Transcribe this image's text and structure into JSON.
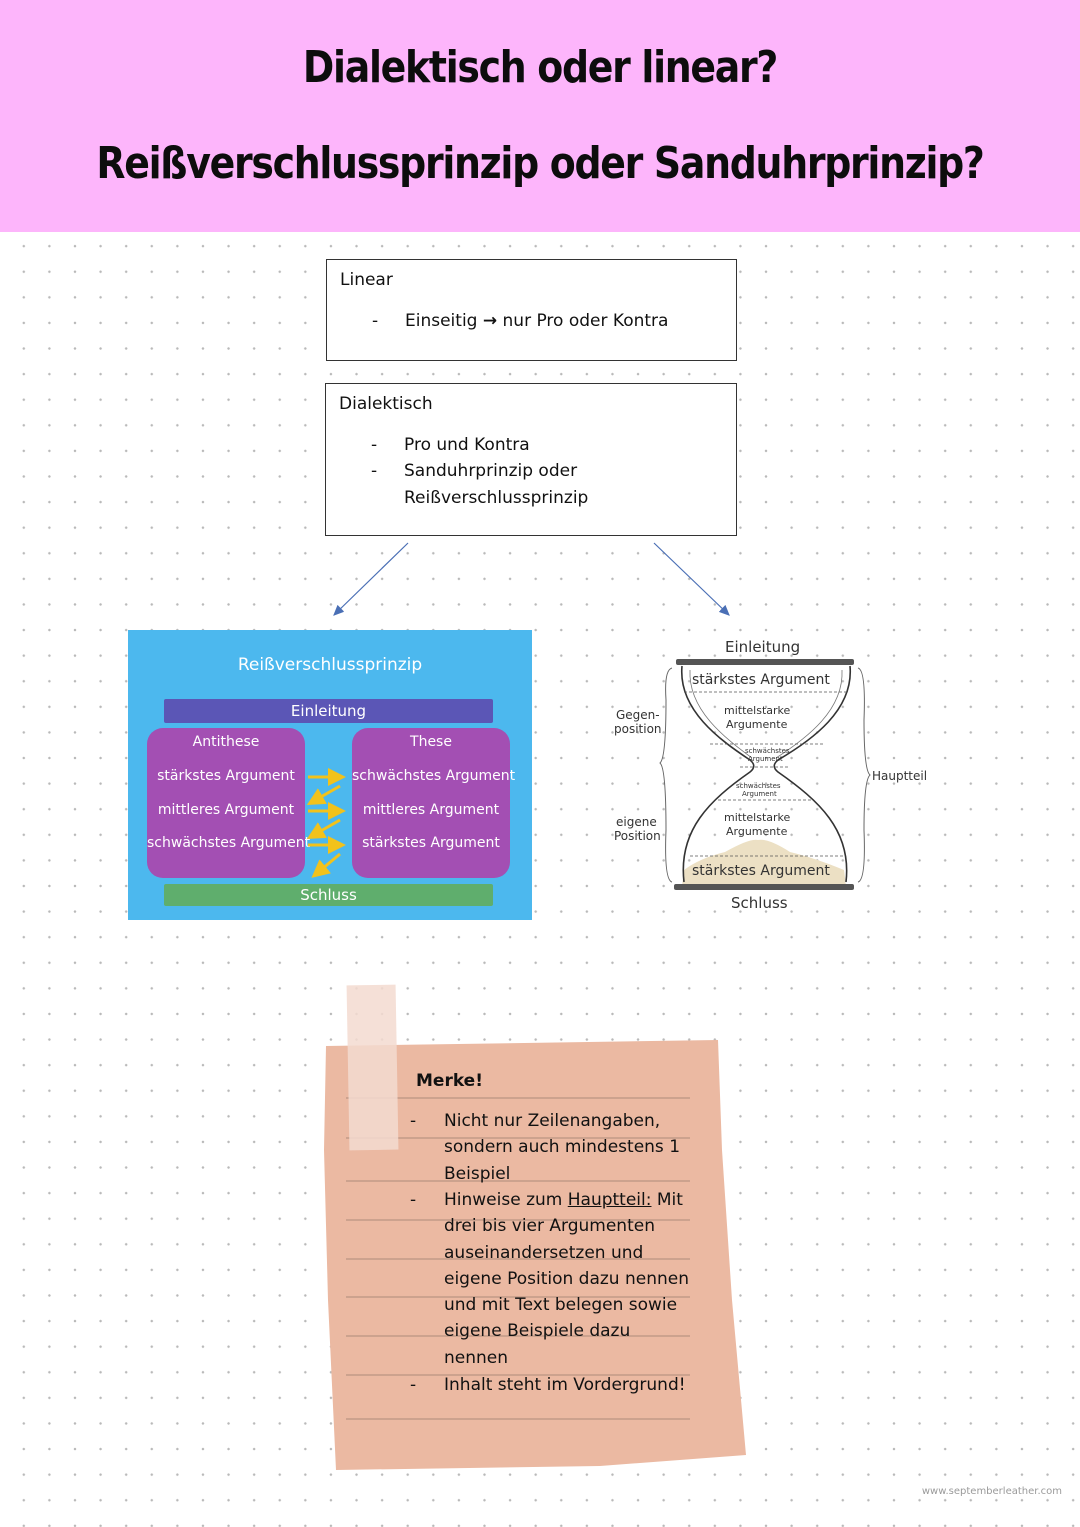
{
  "header": {
    "title_line1": "Dialektisch oder linear?",
    "title_line2": "Reißverschlussprinzip oder Sanduhrprinzip?",
    "background": "#fdb5fb"
  },
  "linear_box": {
    "title": "Linear",
    "items": [
      {
        "bullet": "-",
        "text_before": "Einseitig",
        "arrow": "→",
        "text_after": "nur Pro oder Kontra"
      }
    ]
  },
  "dialectic_box": {
    "title": "Dialektisch",
    "items": [
      {
        "bullet": "-",
        "text": "Pro und Kontra"
      },
      {
        "bullet": "-",
        "text": "Sanduhrprinzip oder"
      },
      {
        "bullet": "",
        "text": "Reißverschlussprinzip"
      }
    ]
  },
  "zipper": {
    "title": "Reißverschlussprinzip",
    "intro": "Einleitung",
    "conclusion": "Schluss",
    "left": {
      "header": "Antithese",
      "items": [
        "stärkstes Argument",
        "mittleres Argument",
        "schwächstes Argument"
      ]
    },
    "right": {
      "header": "These",
      "items": [
        "schwächstes Argument",
        "mittleres Argument",
        "stärkstes Argument"
      ]
    },
    "colors": {
      "background": "#4cb8ee",
      "intro": "#5b56b6",
      "columns": "#a34fb3",
      "conclusion": "#5fae6d",
      "arrows": "#f2c21b"
    }
  },
  "hourglass": {
    "top_label": "Einleitung",
    "bottom_label": "Schluss",
    "left_top_label": [
      "Gegen-",
      "position"
    ],
    "left_bottom_label": [
      "eigene",
      "Position"
    ],
    "right_label": "Hauptteil",
    "upper_strong": "stärkstes Argument",
    "upper_medium": [
      "mittelstarke",
      "Argumente"
    ],
    "upper_weak": [
      "schwächstes",
      "Argument"
    ],
    "lower_weak": [
      "schwächstes",
      "Argument"
    ],
    "lower_medium": [
      "mittelstarke",
      "Argumente"
    ],
    "lower_strong": "stärkstes Argument"
  },
  "note": {
    "title": "Merke!",
    "items": [
      {
        "bullet": "-",
        "lines": [
          "Nicht nur Zeilenangaben,",
          "sondern auch mindestens 1",
          "Beispiel"
        ]
      },
      {
        "bullet": "-",
        "prefix": "Hinweise zum ",
        "underlined": "Hauptteil:",
        "suffix": " Mit",
        "lines": [
          "drei bis vier Argumenten",
          "auseinandersetzen und",
          "eigene Position dazu nennen",
          "und mit Text belegen sowie",
          "eigene Beispiele dazu",
          "nennen"
        ]
      },
      {
        "bullet": "-",
        "lines": [
          "Inhalt steht im Vordergrund!"
        ]
      }
    ],
    "color": "#ebb9a2"
  },
  "watermark": "www.septemberleather.com"
}
